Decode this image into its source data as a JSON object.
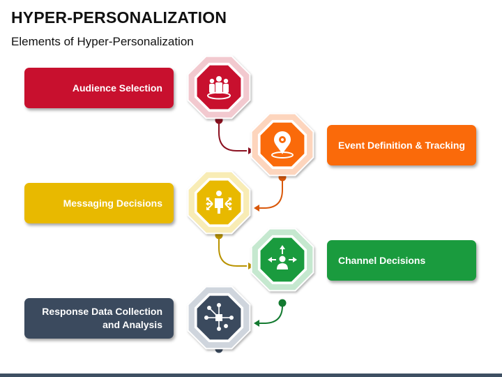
{
  "title": "HYPER-PERSONALIZATION",
  "subtitle": "Elements of Hyper-Personalization",
  "steps": [
    {
      "label": "Audience Selection",
      "icon": "audience-group-icon",
      "color": "#c8102e",
      "light": "#f2c9cf"
    },
    {
      "label": "Event Definition & Tracking",
      "icon": "location-pin-icon",
      "color": "#fa6a0a",
      "light": "#fdd5bd"
    },
    {
      "label": "Messaging Decisions",
      "icon": "person-arrows-icon",
      "color": "#e8b900",
      "light": "#f8ecb5"
    },
    {
      "label": "Channel Decisions",
      "icon": "channel-arrows-icon",
      "color": "#1a9b3e",
      "light": "#c5e8cf"
    },
    {
      "label": "Response Data Collection and Analysis",
      "icon": "data-network-icon",
      "color": "#3b4a5e",
      "light": "#cfd5dd"
    }
  ]
}
